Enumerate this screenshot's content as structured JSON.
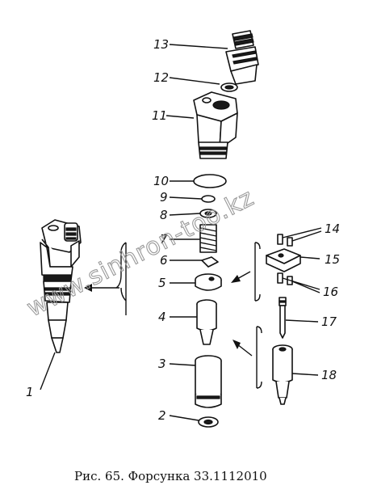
{
  "caption": "Рис. 65. Форсунка 33.1112010",
  "watermark": "www.sinhron-too.kz",
  "labels": {
    "l1": "1",
    "l2": "2",
    "l3": "3",
    "l4": "4",
    "l5": "5",
    "l6": "6",
    "l7": "7",
    "l8": "8",
    "l9": "9",
    "l10": "10",
    "l11": "11",
    "l12": "12",
    "l13": "13",
    "l14": "14",
    "l15": "15",
    "l16": "16",
    "l17": "17",
    "l18": "18"
  }
}
